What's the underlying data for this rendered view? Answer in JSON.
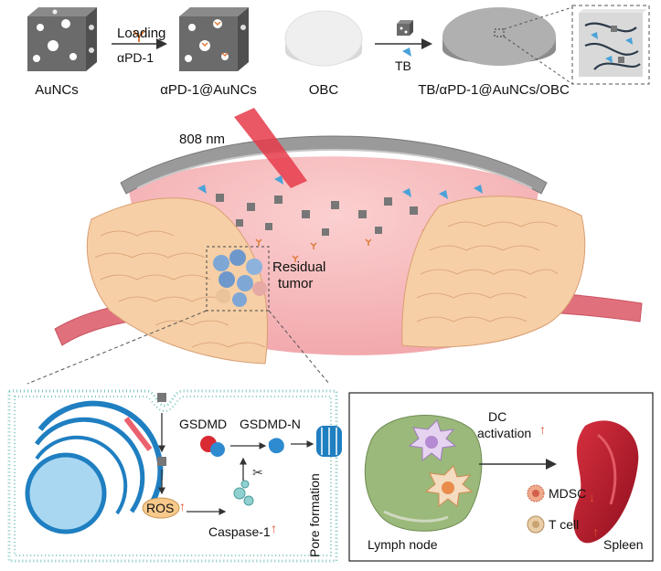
{
  "top_row": {
    "aunc_label": "AuNCs",
    "loading_label": "Loading",
    "apd1_label": "αPD-1",
    "loaded_label": "αPD-1@AuNCs",
    "obc_label": "OBC",
    "tb_label": "TB",
    "final_label": "TB/αPD-1@AuNCs/OBC"
  },
  "wound": {
    "laser_label": "808 nm",
    "tumor_label_line1": "Residual",
    "tumor_label_line2": "tumor"
  },
  "cell_panel": {
    "gsdmd_label": "GSDMD",
    "gsdmd_n_label": "GSDMD-N",
    "ros_label": "ROS",
    "caspase_label": "Caspase-1",
    "pore_label": "Pore formation",
    "up_arrow": "↑"
  },
  "immune_panel": {
    "dc_label_line1": "DC",
    "dc_label_line2": "activation",
    "lymph_label": "Lymph node",
    "mdsc_label": "MDSC",
    "tcell_label": "T cell",
    "spleen_label": "Spleen",
    "up_arrow": "↑",
    "down_arrow": "↓"
  },
  "colors": {
    "cube": "#6b6b6b",
    "skin_pink": "#f5b8b8",
    "tissue_peach": "#f6cfa6",
    "vessel": "#e0707c",
    "nucleus_blue": "#1f7fc1",
    "membrane_teal": "#7fc6c0",
    "lymph_green": "#9ab97a",
    "spleen_red": "#b3192b",
    "indicator_arrow": "#e0522d"
  }
}
